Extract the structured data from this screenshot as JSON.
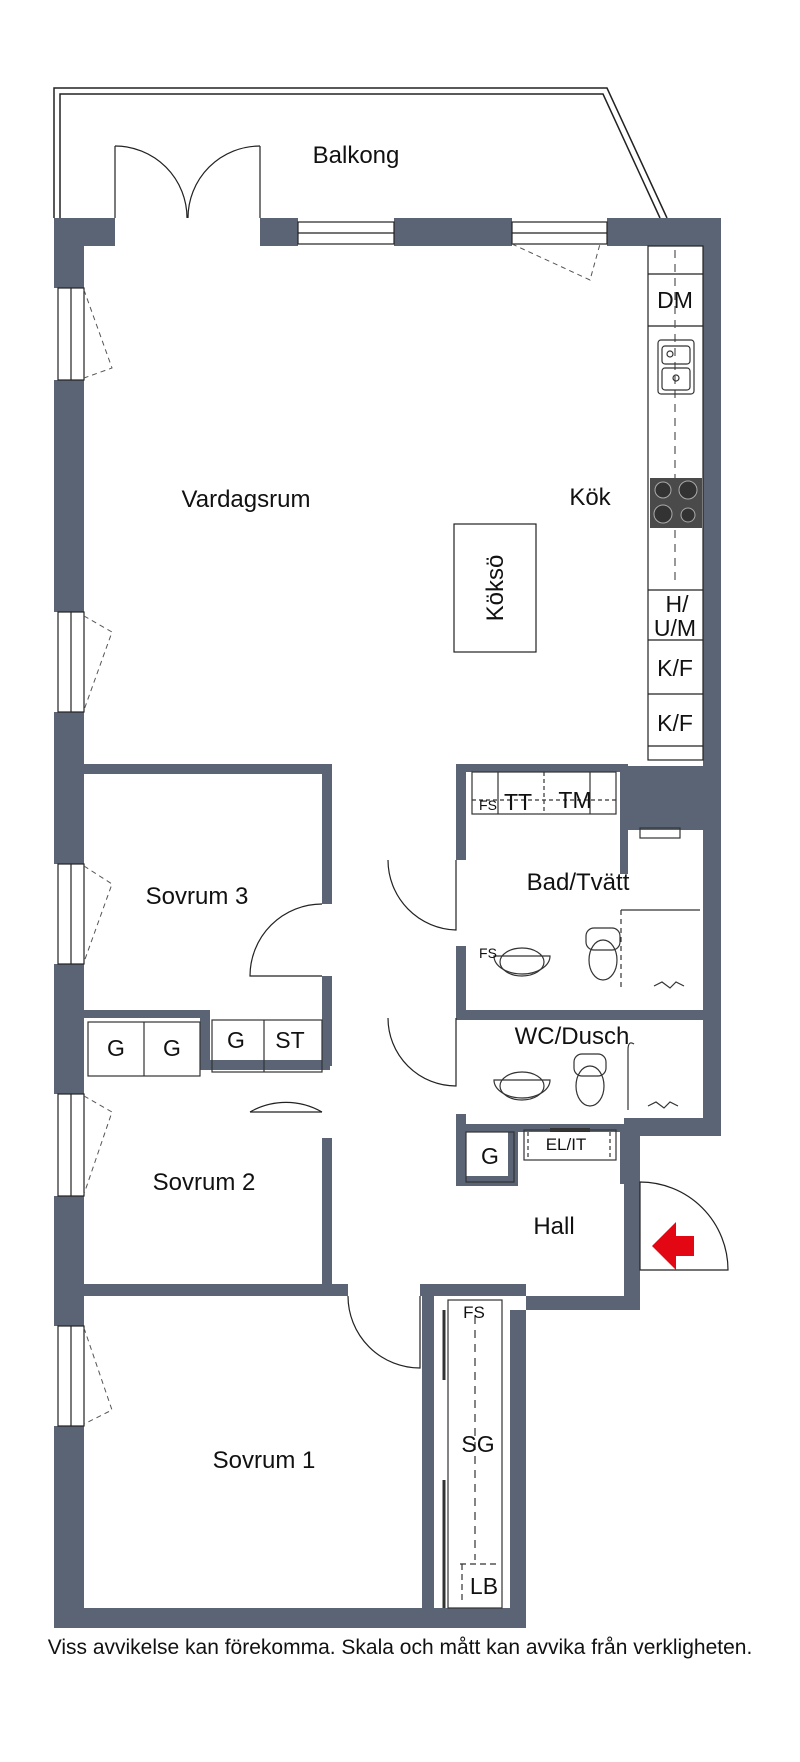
{
  "rooms": {
    "balkong": "Balkong",
    "vardagsrum": "Vardagsrum",
    "kok": "Kök",
    "koksö": "Köksö",
    "sovrum3": "Sovrum 3",
    "sovrum2": "Sovrum 2",
    "sovrum1": "Sovrum 1",
    "bad_tvatt": "Bad/Tvätt",
    "wc_dusch": "WC/Dusch",
    "hall": "Hall"
  },
  "fixtures": {
    "dm": "DM",
    "h": "H/",
    "um": "U/M",
    "kf1": "K/F",
    "kf2": "K/F",
    "fs_bad": "FS",
    "tt": "TT",
    "tm": "TM",
    "fs_bad2": "FS",
    "g1": "G",
    "g2": "G",
    "g3": "G",
    "st": "ST",
    "g_hall": "G",
    "el_it": "EL/IT",
    "fs_sov1": "FS",
    "sg": "SG",
    "lb": "LB"
  },
  "disclaimer": "Viss avvikelse kan förekomma. Skala och mått kan avvika från verkligheten.",
  "colors": {
    "wall": "#5b6475",
    "entrance_arrow": "#e30613",
    "hob": "#4a4a4a"
  }
}
